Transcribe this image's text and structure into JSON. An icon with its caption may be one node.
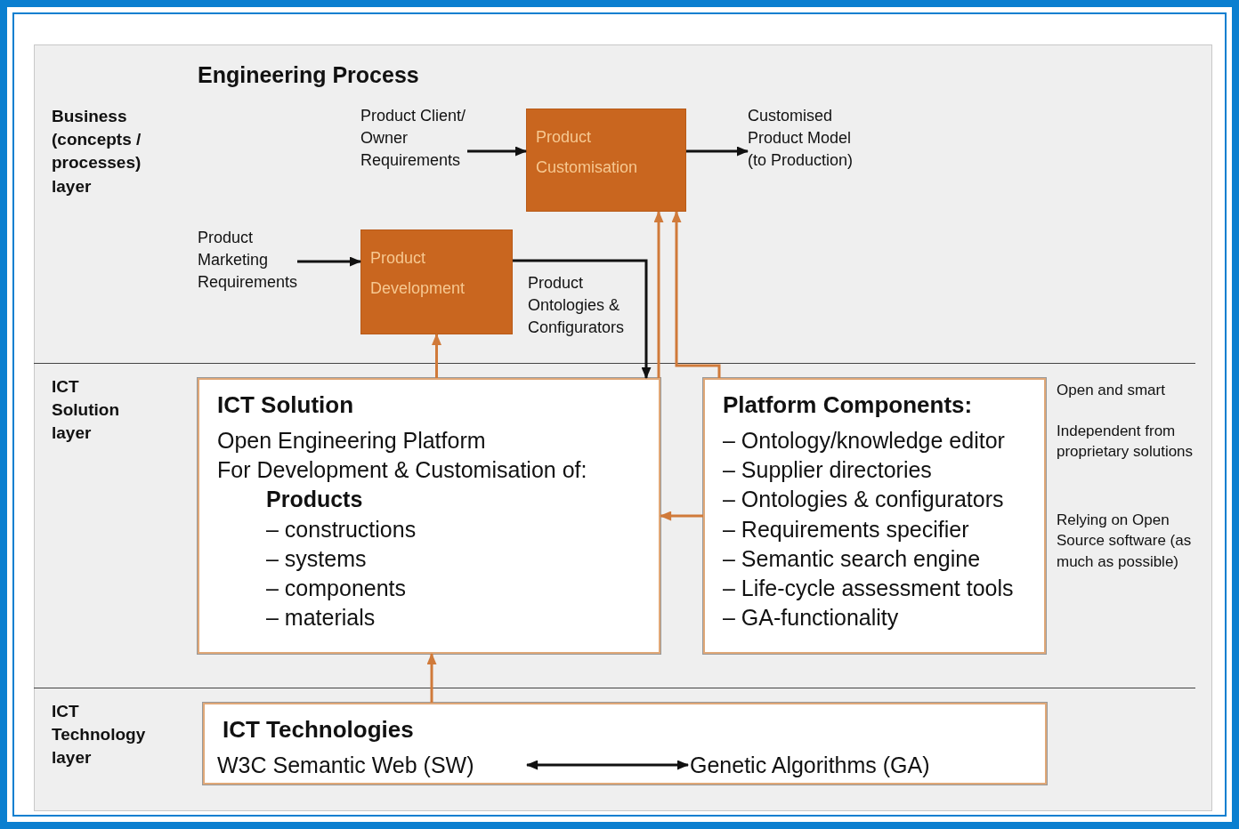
{
  "diagram": {
    "title": "Engineering Process",
    "nodes": [
      {
        "text": [
          "Product Client/ Owner Requirements"
        ]
      },
      {
        "text": [
          "Product Customisation"
        ]
      },
      {
        "text": [
          "Customised Product Model (to Production)"
        ]
      },
      {
        "text": [
          "Product Marketing Requirements"
        ]
      },
      {
        "text": [
          "Product Development"
        ]
      },
      {
        "text": [
          "ICT Solution",
          "Open Engineering Platform",
          "For Development & Customisation of:",
          "Products",
          "– constructions",
          "– systems",
          "– components",
          "– materials"
        ]
      },
      {
        "beside": [
          "Open and smart",
          "Independent from proprietary solutions",
          "Relying on Open Source software (as much as possible)"
        ],
        "text": [
          "Platform Components:",
          "– Ontology/knowledge editor",
          "– Supplier directories",
          "– Ontologies & configurators",
          "– Requirements specifier",
          "– Semantic search engine",
          "– Life-cycle assessment tools",
          "– GA-functionality"
        ]
      },
      {
        "text": [
          "ICT Technologies"
        ]
      },
      {
        "text": [
          "W3C Semantic Web (SW)"
        ],
        "in": 7
      },
      {
        "text": [
          "Genetic Algorithms (GA)"
        ],
        "in": 7
      }
    ],
    "edges": [
      {
        "from": 0,
        "to": 1,
        "arrow": "to",
        "color": "#111111"
      },
      {
        "from": 1,
        "to": 2,
        "arrow": "to",
        "color": "#111111"
      },
      {
        "from": 3,
        "to": 4,
        "arrow": "to",
        "color": "#111111"
      },
      {
        "from": 4,
        "to": 5,
        "arrow": "to",
        "label": "Product Ontologies & Configurators",
        "color": "#111111"
      },
      {
        "from": 5,
        "to": 1,
        "arrow": "to",
        "color": "#d07a3a"
      },
      {
        "from": 6,
        "to": 1,
        "arrow": "to",
        "color": "#d07a3a"
      },
      {
        "from": 5,
        "to": 4,
        "arrow": "to",
        "color": "#d07a3a"
      },
      {
        "from": 6,
        "to": 5,
        "arrow": "to",
        "color": "#d07a3a"
      },
      {
        "from": 7,
        "to": 5,
        "arrow": "to",
        "color": "#d07a3a"
      },
      {
        "from": 8,
        "to": 9,
        "arrow": "both",
        "color": "#111111"
      }
    ],
    "labels": [
      "Business (concepts / processes) layer",
      "ICT Solution layer",
      "ICT Technology layer"
    ]
  }
}
